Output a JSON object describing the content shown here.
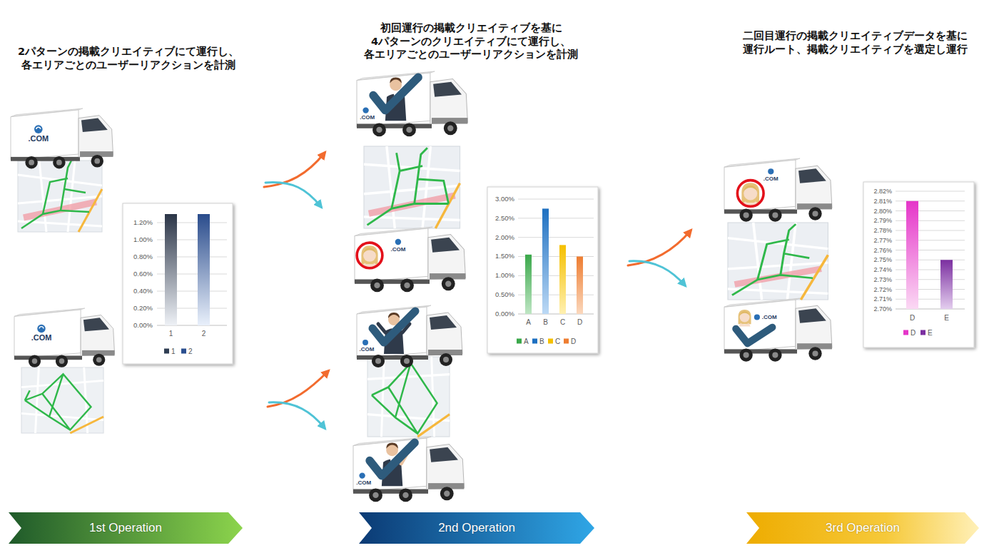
{
  "diagram": {
    "nodes": [
      {
        "text": [
          "1st Operation"
        ]
      },
      {
        "text": [
          "2nd Operation"
        ]
      },
      {
        "text": [
          "3rd Operation"
        ]
      }
    ],
    "labels": [
      "2パターンの掲載クリエイティブにて運行し、 各エリアごとのユーザーリアクションを計測",
      "初回運行の掲載クリエイティブを基に 4パターンのクリエイティブにて運行し、 各エリアごとのユーザーリアクションを計測",
      "二回目運行の掲載クリエイティブデータを基に 運行ルート、掲載クリエイティブを選定し運行",
      ".COM",
      ".COM",
      "1.20%",
      "1.00%",
      "0.80%",
      "0.60%",
      "0.40%",
      "0.20%",
      "0.00%",
      "1",
      "2",
      ".COM",
      ".COM",
      ".COM",
      ".COM",
      "3.00%",
      "2.50%",
      "2.00%",
      "1.50%",
      "1.00%",
      "0.50%",
      "0.00%",
      "A",
      "B",
      "C",
      "D",
      ".COM",
      ".COM",
      "2.82%",
      "2.81%",
      "2.80%",
      "2.79%",
      "2.78%",
      "2.77%",
      "2.76%",
      "2.75%",
      "2.74%",
      "2.73%",
      "2.72%",
      "2.71%",
      "2.70%",
      "D",
      "E"
    ],
    "legend": [
      {
        "text": "1",
        "color": "#2f3d52"
      },
      {
        "text": "2",
        "color": "#2b4f8f"
      },
      {
        "text": "A",
        "color": "#3aa84a"
      },
      {
        "text": "B",
        "color": "#1e70c1"
      },
      {
        "text": "C",
        "color": "#f5c000"
      },
      {
        "text": "D",
        "color": "#ee7d31"
      },
      {
        "text": "D",
        "color": "#e535c9"
      },
      {
        "text": "E",
        "color": "#7b2fa0"
      }
    ]
  }
}
